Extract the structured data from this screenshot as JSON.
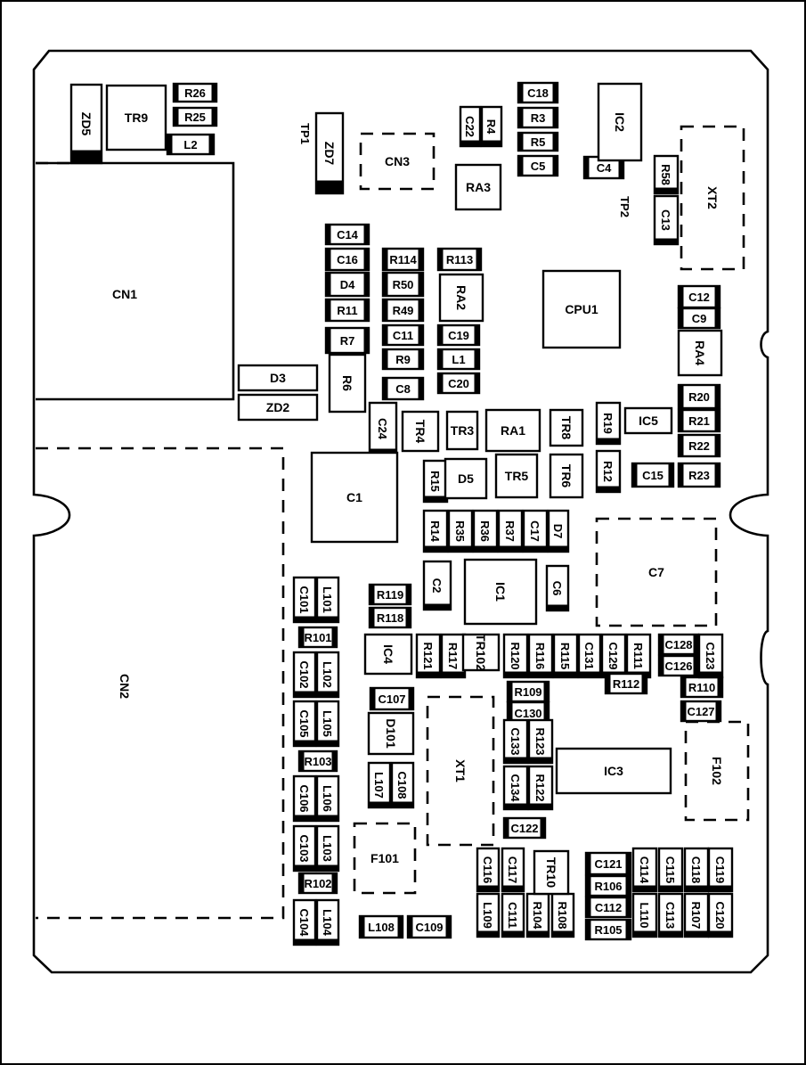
{
  "board": {
    "labels": {
      "ZD5": "ZD5",
      "TR9": "TR9",
      "R26": "R26",
      "R25": "R25",
      "L2": "L2",
      "TP1": "TP1",
      "ZD7": "ZD7",
      "CN3": "CN3",
      "C18": "C18",
      "R3": "R3",
      "C22": "C22",
      "R4": "R4",
      "R5": "R5",
      "C5": "C5",
      "RA3": "RA3",
      "IC2": "IC2",
      "C4": "C4",
      "TP2": "TP2",
      "R58": "R58",
      "C13": "C13",
      "XT2": "XT2",
      "CN1": "CN1",
      "C14": "C14",
      "C16": "C16",
      "R114": "R114",
      "R113": "R113",
      "D4": "D4",
      "R50": "R50",
      "RA2": "RA2",
      "CPU1": "CPU1",
      "R11": "R11",
      "R49": "R49",
      "C12": "C12",
      "C9": "C9",
      "R7": "R7",
      "C11": "C11",
      "C19": "C19",
      "RA4": "RA4",
      "R9": "R9",
      "L1": "L1",
      "D3": "D3",
      "R6": "R6",
      "C8": "C8",
      "C20": "C20",
      "R20": "R20",
      "ZD2": "ZD2",
      "C24": "C24",
      "TR4": "TR4",
      "TR3": "TR3",
      "RA1": "RA1",
      "TR8": "TR8",
      "R19": "R19",
      "IC5": "IC5",
      "R21": "R21",
      "R22": "R22",
      "R15": "R15",
      "D5": "D5",
      "TR5": "TR5",
      "TR6": "TR6",
      "R12": "R12",
      "C15": "C15",
      "R23": "R23",
      "C1": "C1",
      "R14": "R14",
      "R35": "R35",
      "R36": "R36",
      "R37": "R37",
      "C17": "C17",
      "D7": "D7",
      "C2": "C2",
      "IC1": "IC1",
      "C6": "C6",
      "C7": "C7",
      "CN2": "CN2",
      "C101": "C101",
      "L101": "L101",
      "R119": "R119",
      "R118": "R118",
      "R101": "R101",
      "IC4": "IC4",
      "R121": "R121",
      "R117": "R117",
      "TR102": "TR102",
      "R120": "R120",
      "R116": "R116",
      "R115": "R115",
      "C131": "C131",
      "C129": "C129",
      "R111": "R111",
      "C128": "C128",
      "C126": "C126",
      "C123": "C123",
      "C102": "C102",
      "L102": "L102",
      "R109": "R109",
      "R112": "R112",
      "R110": "R110",
      "C107": "C107",
      "C130": "C130",
      "C127": "C127",
      "C105": "C105",
      "L105": "L105",
      "D101": "D101",
      "C133": "C133",
      "R123": "R123",
      "F102": "F102",
      "R103": "R103",
      "XT1": "XT1",
      "IC3": "IC3",
      "C108": "C108",
      "L107": "L107",
      "C134": "C134",
      "R122": "R122",
      "C106": "C106",
      "L106": "L106",
      "C122": "C122",
      "C103": "C103",
      "L103": "L103",
      "F101": "F101",
      "C116": "C116",
      "C117": "C117",
      "TR10": "TR10",
      "C121": "C121",
      "C114": "C114",
      "C115": "C115",
      "C118": "C118",
      "C119": "C119",
      "R102": "R102",
      "R106": "R106",
      "L109": "L109",
      "C111": "C111",
      "R104": "R104",
      "R108": "R108",
      "C112": "C112",
      "L110": "L110",
      "C113": "C113",
      "R107": "R107",
      "C120": "C120",
      "C104": "C104",
      "L104": "L104",
      "L108": "L108",
      "C109": "C109",
      "R105": "R105"
    }
  }
}
